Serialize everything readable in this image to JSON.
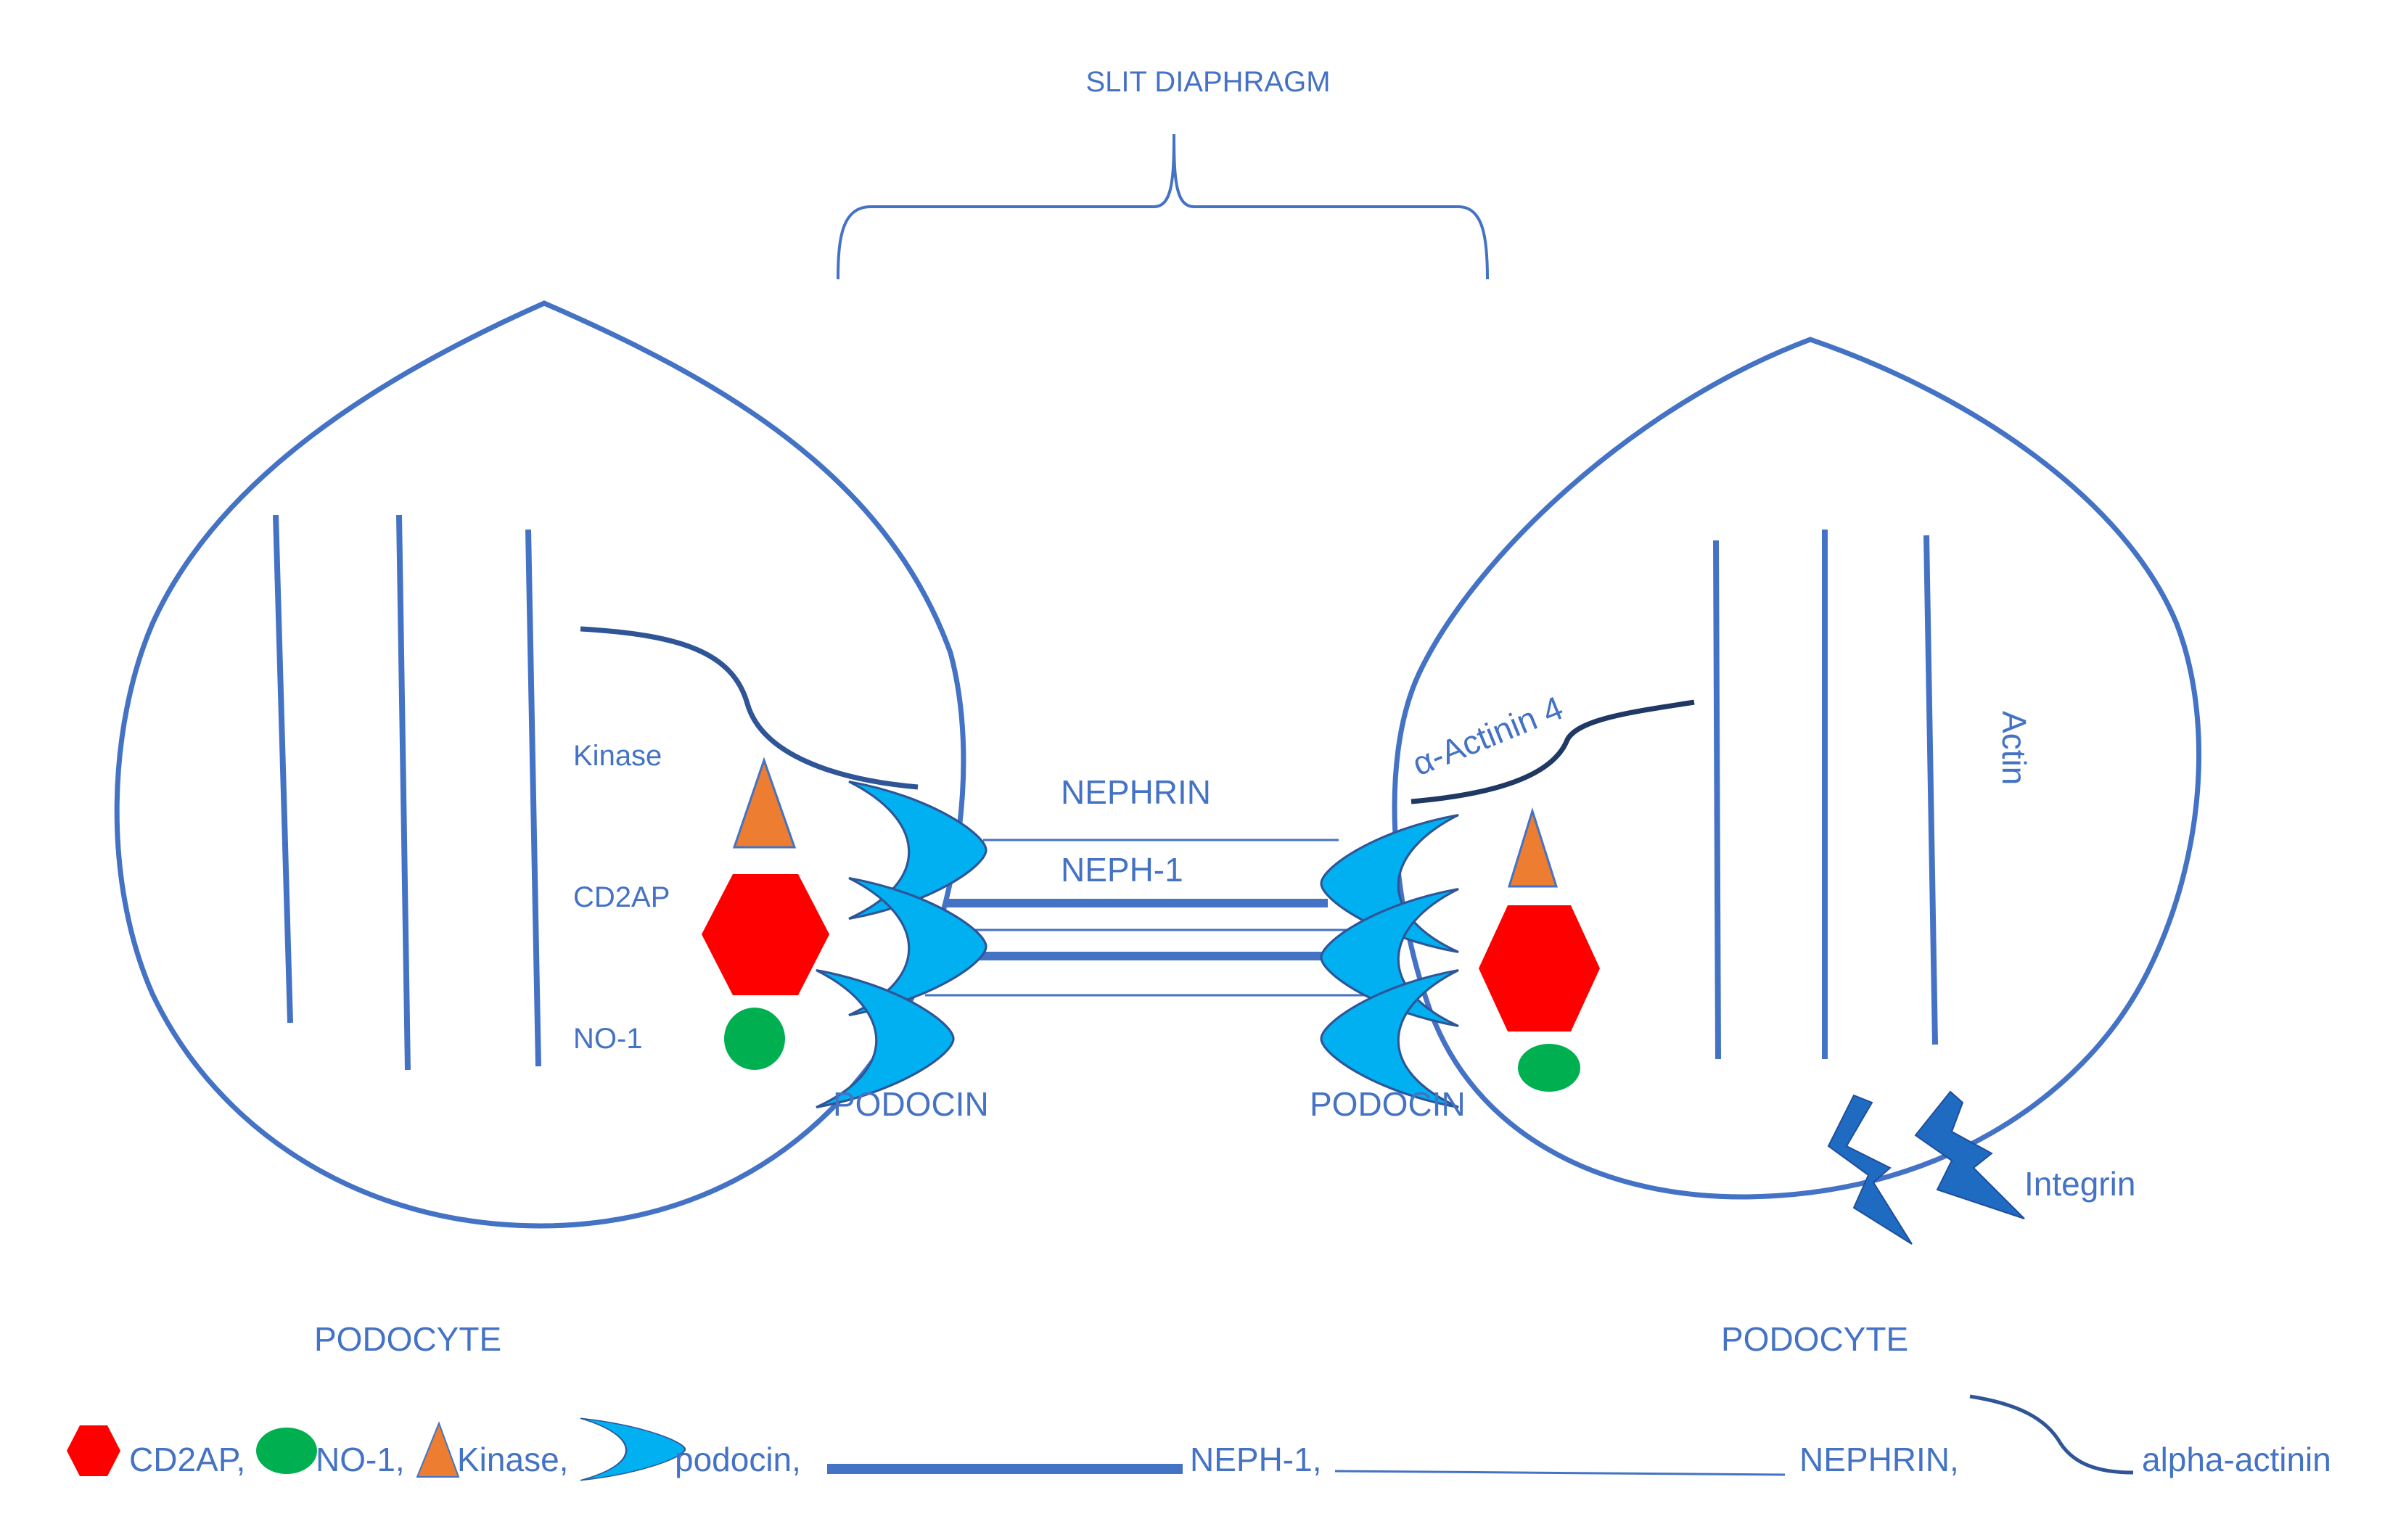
{
  "title": "SLIT DIAPHRAGM",
  "labels": {
    "nephrin": "NEPHRIN",
    "neph1": "NEPH-1",
    "podocin_left": "PODOCIN",
    "podocin_right": "PODOCIN",
    "kinase": "Kinase",
    "cd2ap": "CD2AP",
    "no1": "NO-1",
    "alpha_actinin4": "α-Actinin 4",
    "actin": "Actin",
    "integrin": "Integrin",
    "podocyte_left": "PODOCYTE",
    "podocyte_right": "PODOCYTE"
  },
  "legend": {
    "cd2ap": "CD2AP,",
    "no1": "NO-1,",
    "kinase": "Kinase,",
    "podocin": "podocin,",
    "neph1": "NEPH-1,",
    "nephrin": "NEPHRIN,",
    "alpha_actinin": "alpha-actinin"
  },
  "colors": {
    "outline": "#4472C4",
    "text": "#4472C4",
    "cd2ap": "#FF0000",
    "no1": "#00B050",
    "kinase": "#ED7D31",
    "podocin": "#00B0F0",
    "actinin": "#1F3864",
    "integrin": "#1F6BC1"
  },
  "icons": {
    "cd2ap": "red-hexagon",
    "no1": "green-ellipse",
    "kinase": "orange-triangle",
    "podocin": "blue-crescent",
    "integrin": "lightning-bolt"
  }
}
